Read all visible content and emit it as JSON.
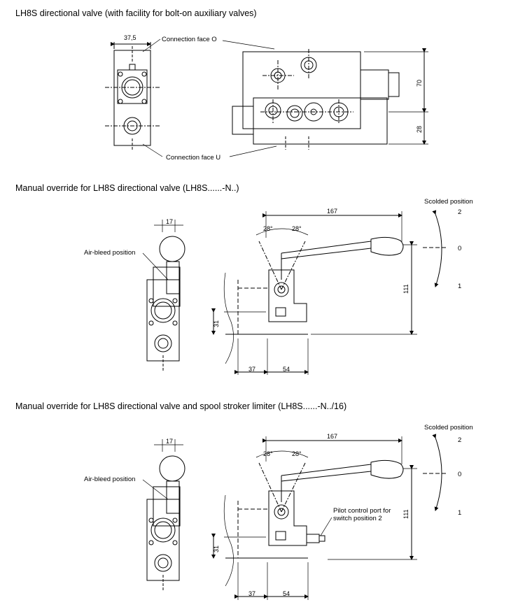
{
  "sections": [
    {
      "title": "LH8S directional valve (with facility for bolt-on auxiliary valves)",
      "dims": {
        "width_side": "37,5",
        "height_top": "70",
        "height_bottom": "28"
      },
      "labels": {
        "face_o": "Connection face O",
        "face_u": "Connection face U"
      }
    },
    {
      "title": "Manual override for LH8S directional valve (LH8S......-N..)",
      "dims": {
        "handle_width": "17",
        "length": "167",
        "angle_left": "28°",
        "angle_right": "28°",
        "height": "111",
        "offset": "31",
        "base_left": "37",
        "base_right": "54"
      },
      "labels": {
        "air_bleed": "Air-bleed position",
        "scolded": "Scolded position",
        "pos2": "2",
        "pos0": "0",
        "pos1": "1"
      }
    },
    {
      "title": "Manual override for LH8S directional valve and spool stroker limiter (LH8S......-N../16)",
      "dims": {
        "handle_width": "17",
        "length": "167",
        "angle_left": "28°",
        "angle_right": "28°",
        "height": "111",
        "offset": "31",
        "base_left": "37",
        "base_right": "54"
      },
      "labels": {
        "air_bleed": "Air-bleed position",
        "scolded": "Scolded position",
        "pos2": "2",
        "pos0": "0",
        "pos1": "1",
        "pilot_line1": "Pilot control port for",
        "pilot_line2": "switch position 2"
      }
    }
  ]
}
